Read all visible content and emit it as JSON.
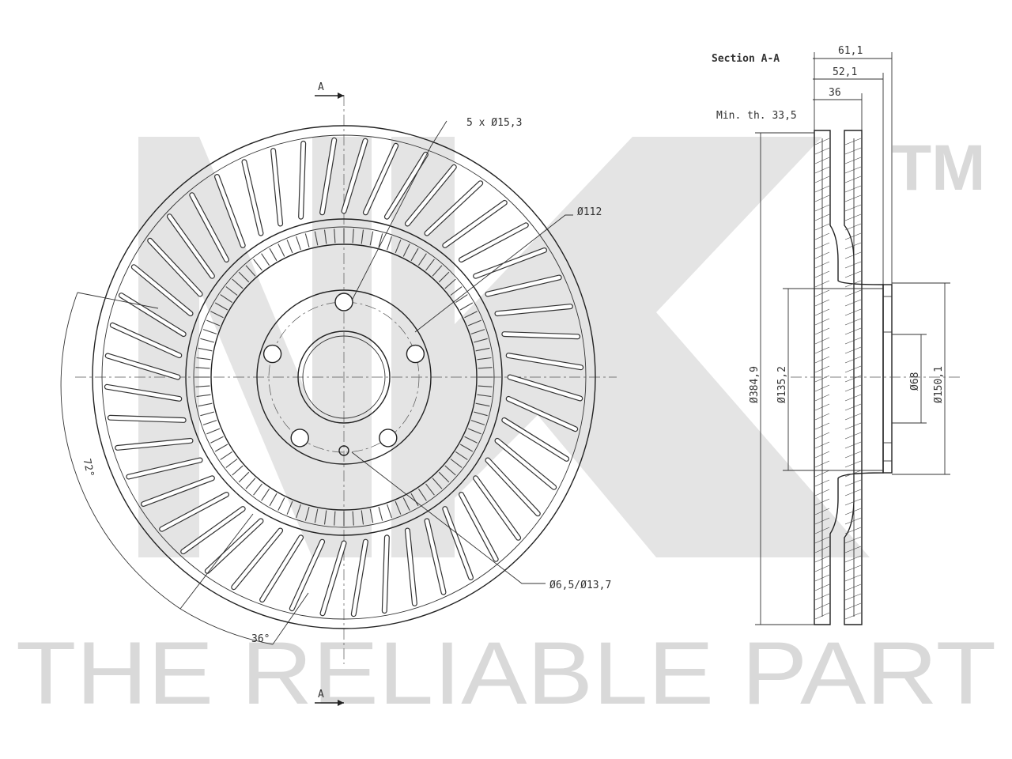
{
  "watermark": {
    "logo_text": "NK",
    "trademark": "TM",
    "slogan": "THE RELIABLE PART"
  },
  "front_view": {
    "section_marker_top": "A",
    "section_marker_bottom": "A",
    "bolt_holes": "5 x Ø15,3",
    "pitch_circle": "Ø112",
    "small_hole": "Ø6,5/Ø13,7",
    "angle_72": "72°",
    "angle_36": "36°",
    "vane_count": 48
  },
  "section_view": {
    "title": "Section A-A",
    "dim_total_width": "61,1",
    "dim_hat_width": "52,1",
    "dim_thickness": "36",
    "min_thickness": "Min. th. 33,5",
    "dia_outer": "Ø384,9",
    "dia_hub_inner": "Ø135,2",
    "dia_center": "Ø68",
    "dia_hub_outer": "Ø150,1"
  }
}
